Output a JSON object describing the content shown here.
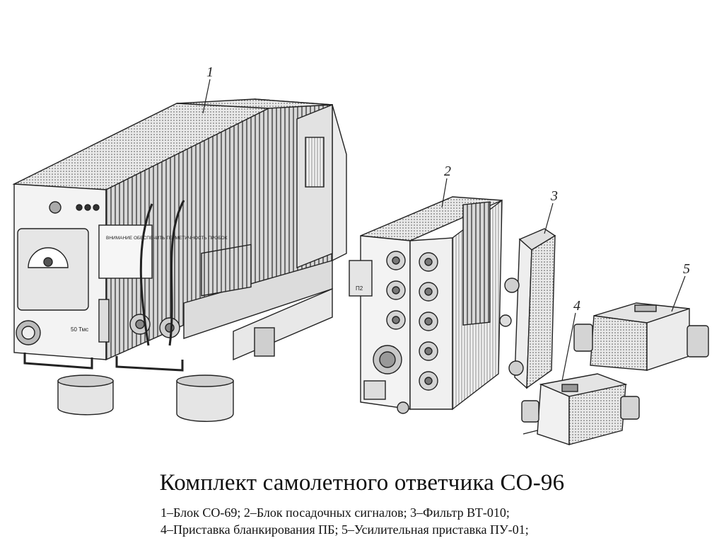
{
  "slide": {
    "title": "Комплект самолетного ответчика СО-96",
    "caption_line1": "1–Блок СО-69; 2–Блок посадочных сигналов; 3–Фильтр ВТ-010;",
    "caption_line2": "4–Приставка бланкирования ПБ; 5–Усилительная приставка ПУ-01;"
  },
  "figure": {
    "labels": [
      "1",
      "2",
      "3",
      "4",
      "5"
    ],
    "panel_text": {
      "so69_instruction": "ВНИМАНИЕ ОБЕСПЕЧИТЬ ГЕРМЕТИЧНОСТЬ ПРОБОК",
      "so69_fuse": "50 Тмс",
      "connector_p2": "П2"
    }
  }
}
